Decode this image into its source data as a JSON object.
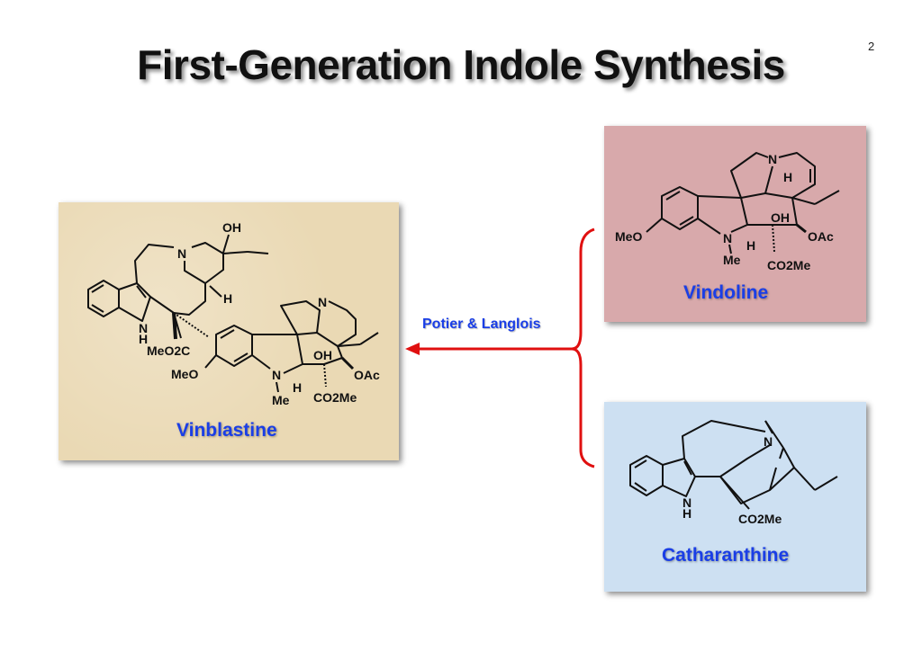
{
  "slide": {
    "title": "First-Generation Indole Synthesis",
    "page_number": "2",
    "arrow_label": "Potier & Langlois",
    "colors": {
      "arrow": "#e01010",
      "compound_name": "#1a3ee6",
      "vinblastine_bg": "#ead9b4",
      "vindoline_bg": "#d8a9ab",
      "catharanthine_bg": "#cde0f2"
    }
  },
  "compounds": {
    "vinblastine": {
      "name": "Vinblastine",
      "labels": {
        "oh_top": "OH",
        "n_pip": "N",
        "h_pip": "H",
        "nh_n": "N",
        "nh_h": "H",
        "meo2c": "MeO2C",
        "meo": "MeO",
        "n_ind": "N",
        "me": "Me",
        "h_ring": "H",
        "oh": "OH",
        "oac": "OAc",
        "co2me": "CO2Me",
        "n_top": "N"
      }
    },
    "vindoline": {
      "name": "Vindoline",
      "labels": {
        "n_top": "N",
        "h_top": "H",
        "meo": "MeO",
        "n_ind": "N",
        "me": "Me",
        "h_ring": "H",
        "oh": "OH",
        "oac": "OAc",
        "co2me": "CO2Me"
      }
    },
    "catharanthine": {
      "name": "Catharanthine",
      "labels": {
        "n_top": "N",
        "nh_n": "N",
        "nh_h": "H",
        "co2me": "CO2Me"
      }
    }
  }
}
